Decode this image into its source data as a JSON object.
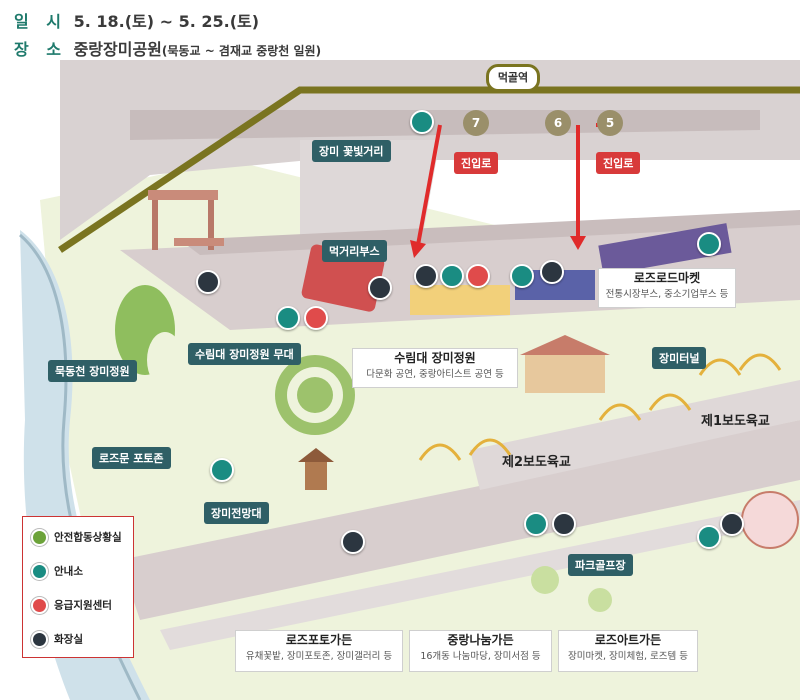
{
  "header": {
    "date_label": "일 시",
    "date_value": "5. 18.(토) ~ 5. 25.(토)",
    "place_label": "장 소",
    "place_value": "중랑장미공원",
    "place_detail": "(묵동교 ~ 겸재교 중랑천 일원)"
  },
  "station": {
    "name": "먹골역",
    "exits": [
      "7",
      "6",
      "5"
    ]
  },
  "labels": {
    "rose_light_street": "장미 꽃빛거리",
    "entrance_a": "진입로",
    "entrance_b": "진입로",
    "food_booth": "먹거리부스",
    "mukdong_garden": "묵동천 장미정원",
    "sulim_stage": "수림대 장미정원 무대",
    "rose_moon": "로즈문 포토존",
    "observatory": "장미전망대",
    "rose_tunnel": "장미터널",
    "park_golf": "파크골프장"
  },
  "boxes": {
    "rose_road_market": {
      "title": "로즈로드마켓",
      "sub": "전통시장부스, 중소기업부스 등"
    },
    "sulim_garden": {
      "title": "수림대 장미정원",
      "sub": "다문화 공연, 중랑아티스트 공연 등"
    },
    "rose_photo_garden": {
      "title": "로즈포토가든",
      "sub": "유채꽃밭, 장미포토존, 장미갤러리 등"
    },
    "sharing_garden": {
      "title": "중랑나눔가든",
      "sub": "16개동 나눔마당, 장미서점 등"
    },
    "rose_art_garden": {
      "title": "로즈아트가든",
      "sub": "장미마켓, 장미체험, 로즈템 등"
    }
  },
  "bridges": {
    "first": "제1보도육교",
    "second": "제2보도육교"
  },
  "legend": [
    {
      "label": "안전합동상황실",
      "color": "#6ca33a"
    },
    {
      "label": "안내소",
      "color": "#1a8c82"
    },
    {
      "label": "응급지원센터",
      "color": "#e04b4b"
    },
    {
      "label": "화장실",
      "color": "#2c3640"
    }
  ]
}
